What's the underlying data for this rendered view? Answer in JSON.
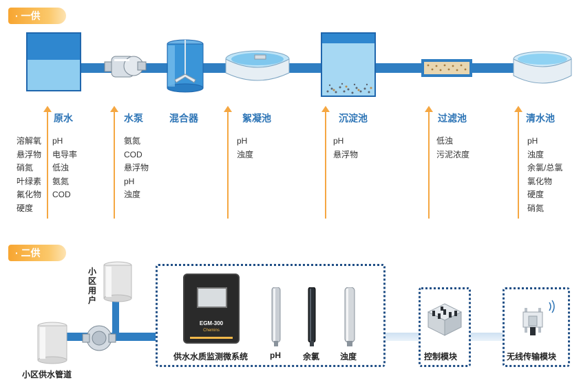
{
  "sections": {
    "first": {
      "label": "· 一供"
    },
    "second": {
      "label": "· 二供"
    }
  },
  "stages": [
    {
      "name": "原水",
      "params_left": [
        "溶解氧",
        "悬浮物",
        "硝氮",
        "叶绿素",
        "氟化物",
        "硬度"
      ],
      "params_right": [
        "pH",
        "电导率",
        "低浊",
        "氨氮",
        "COD"
      ]
    },
    {
      "name": "水泵",
      "params": [
        "氨氮",
        "COD",
        "悬浮物",
        "pH",
        "浊度"
      ]
    },
    {
      "name": "混合器"
    },
    {
      "name": "絮凝池",
      "params": [
        "pH",
        "浊度"
      ]
    },
    {
      "name": "沉淀池",
      "params": [
        "pH",
        "悬浮物"
      ]
    },
    {
      "name": "过滤池",
      "params": [
        "低浊",
        "污泥浓度"
      ]
    },
    {
      "name": "清水池",
      "params": [
        "pH",
        "浊度",
        "余氯/总氯",
        "氯化物",
        "硬度",
        "硝氮"
      ]
    }
  ],
  "secondary": {
    "user_label": "小区用户",
    "pipe_label": "小区供水管道",
    "device_model": "EGM-300",
    "device_brand": "Chemins",
    "system_label": "供水水质监测微系统",
    "sensors": [
      "pH",
      "余氯",
      "浊度"
    ],
    "control_label": "控制模块",
    "wireless_label": "无线传输模块"
  },
  "colors": {
    "accent": "#f7a531",
    "pipe": "#2f7ec2",
    "label_blue": "#2e75b6",
    "dotted": "#1f4e85"
  }
}
